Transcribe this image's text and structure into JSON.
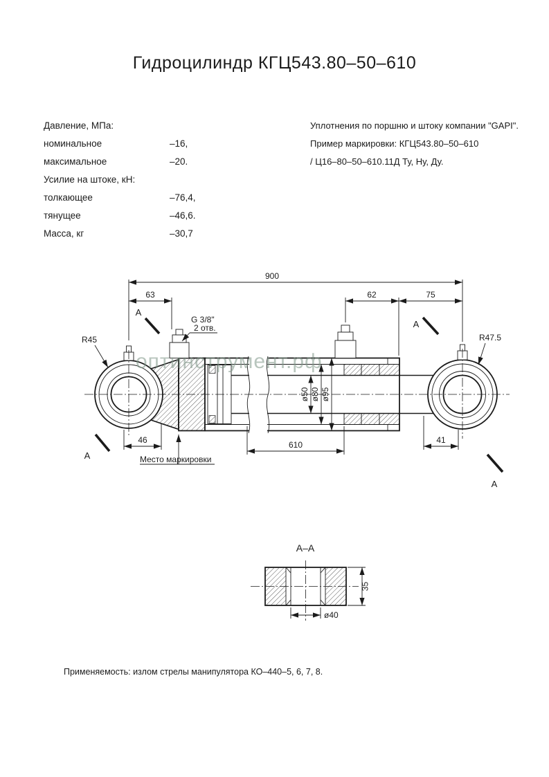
{
  "page": {
    "title": "Гидроцилиндр КГЦ543.80–50–610",
    "footer": "Применяемость: излом стрелы манипулятора КО–440–5, 6, 7, 8.",
    "watermark": "оптинструмент.рф"
  },
  "specs": {
    "rows": [
      {
        "label": "Давление, МПа:",
        "value": ""
      },
      {
        "label": "номинальное",
        "value": "–16,"
      },
      {
        "label": "максимальное",
        "value": "–20."
      },
      {
        "label": "Усилие на штоке, кН:",
        "value": ""
      },
      {
        "label": "толкающее",
        "value": "–76,4,"
      },
      {
        "label": "тянущее",
        "value": "–46,6."
      },
      {
        "label": "Масса, кг",
        "value": "–30,7"
      }
    ]
  },
  "notes": {
    "line1": "Уплотнения по поршню и штоку компании \"GAPI\".",
    "line2": "Пример маркировки: КГЦ543.80–50–610",
    "line3": "/  Ц16–80–50–610.11Д Ту, Ну, Ду."
  },
  "dims": {
    "overall": "900",
    "d63": "63",
    "d62": "62",
    "d75": "75",
    "d46": "46",
    "d610": "610",
    "d41": "41",
    "r_left": "R45",
    "r_right": "R47.5",
    "dia50": "ø50",
    "dia80": "ø80",
    "dia95": "ø95",
    "port_thread": "G 3/8\"",
    "port_count": "2 отв.",
    "marking_note": "Место маркировки",
    "section_letter": "А"
  },
  "section_view": {
    "title": "А–А",
    "height": "35",
    "bore": "ø40"
  }
}
